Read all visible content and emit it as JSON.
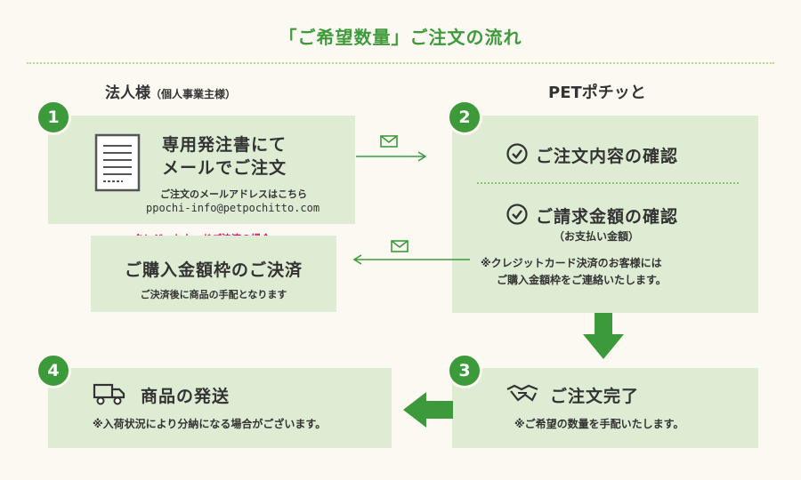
{
  "title": "「ご希望数量」ご注文の流れ",
  "left_header": {
    "main": "法人様",
    "sub": "（個人事業主様）"
  },
  "right_header": "PETポチッと",
  "step1": {
    "number": "1",
    "line1": "専用発注書にて",
    "line2": "メールでご注文",
    "note1": "ご注文のメールアドレスはこちら",
    "email": "ppochi-info@petpochitto.com"
  },
  "step2": {
    "number": "2",
    "check1": "ご注文内容の確認",
    "check2": "ご請求金額の確認",
    "check2_sub": "（お支払い金額）",
    "note1": "※クレジットカード決済のお客様には",
    "note2": "ご購入金額枠をご連絡いたします。"
  },
  "credit": {
    "label": "クレジットカードご決済の場合",
    "main": "ご購入金額枠のご決済",
    "sub": "ご決済後に商品の手配となります"
  },
  "step3": {
    "number": "3",
    "main": "ご注文完了",
    "note": "※ご希望の数量を手配いたします。"
  },
  "step4": {
    "number": "4",
    "main": "商品の発送",
    "note": "※入荷状況により分納になる場合がございます。"
  },
  "colors": {
    "green": "#3c9a3a",
    "box": "#dfecd4",
    "accent_red": "#d6166b",
    "background": "#fbf9f1"
  },
  "icons": [
    "document-icon",
    "mail-icon",
    "check-circle-icon",
    "down-arrow-icon",
    "left-arrow-icon",
    "handshake-icon",
    "truck-icon"
  ]
}
